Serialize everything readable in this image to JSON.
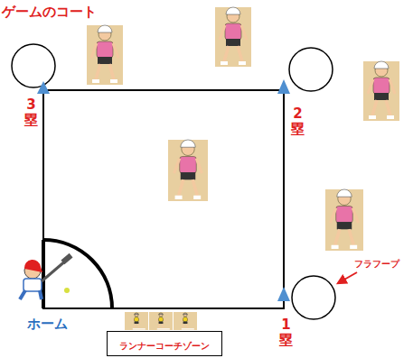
{
  "diagram": {
    "title": "ゲームのコート",
    "nodes": [
      {
        "text": [
          "ランナーコーチゾーン"
        ]
      }
    ],
    "labels": [
      "3 塁",
      "2 塁",
      "1 塁",
      "ホーム",
      "フラフープ"
    ]
  }
}
